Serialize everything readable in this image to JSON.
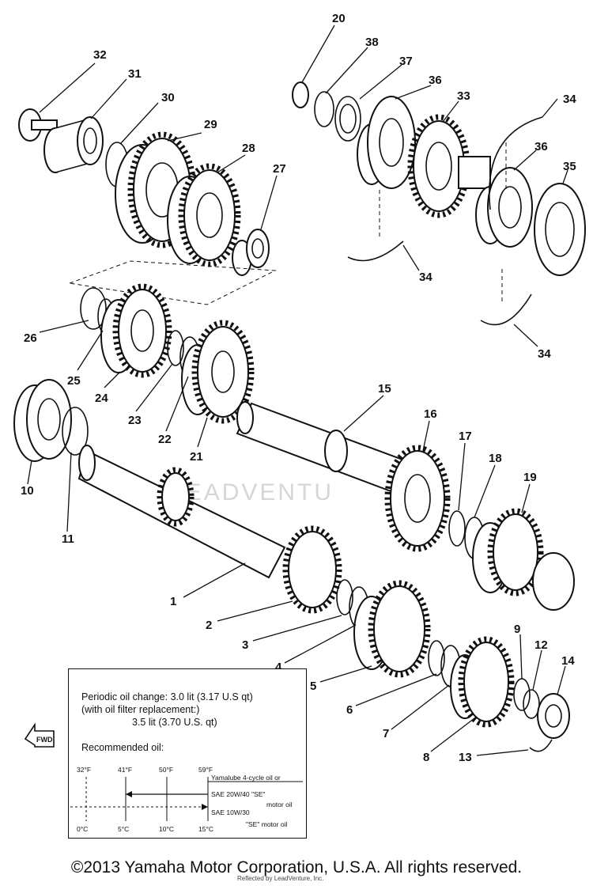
{
  "watermark": "LEADVENTU",
  "callouts": [
    "1",
    "2",
    "3",
    "4",
    "5",
    "6",
    "7",
    "8",
    "9",
    "10",
    "11",
    "12",
    "13",
    "14",
    "15",
    "16",
    "17",
    "18",
    "19",
    "20",
    "21",
    "22",
    "23",
    "24",
    "25",
    "26",
    "27",
    "28",
    "29",
    "30",
    "31",
    "32",
    "33",
    "34",
    "34",
    "34",
    "35",
    "36",
    "36",
    "37",
    "38"
  ],
  "info": {
    "line1": "Periodic oil change: 3.0 lit (3.17 U.S qt)",
    "line2": "(with oil filter replacement:)",
    "line3": "3.5 lit (3.70 U.S. qt)",
    "line4": "Recommended oil:",
    "temp_f": [
      "32°F",
      "41°F",
      "50°F",
      "59°F"
    ],
    "temp_c": [
      "0°C",
      "5°C",
      "10°C",
      "15°C"
    ],
    "oil1": "Yamalube 4-cycle oil or",
    "oil2": "SAE 20W/40 \"SE\"",
    "oil3": "motor oil",
    "oil4": "SAE 10W/30",
    "oil5": "\"SE\" motor oil"
  },
  "fwd_label": "FWD",
  "footer": "©2013 Yamaha Motor Corporation, U.S.A. All rights reserved.",
  "footer_sub": "Reflected by LeadVenture, Inc."
}
